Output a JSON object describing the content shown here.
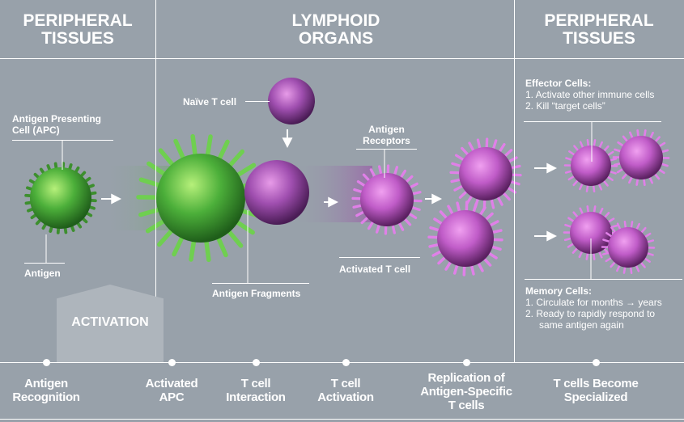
{
  "headers": {
    "left": [
      "PERIPHERAL",
      "TISSUES"
    ],
    "middle": [
      "LYMPHOID",
      "ORGANS"
    ],
    "right": [
      "PERIPHERAL",
      "TISSUES"
    ]
  },
  "labels": {
    "apc": [
      "Antigen Presenting",
      "Cell (APC)"
    ],
    "antigen": "Antigen",
    "naive": "Naïve T cell",
    "receptors": [
      "Antigen",
      "Receptors"
    ],
    "fragments": "Antigen Fragments",
    "activated_t": "Activated T cell",
    "activation": "ACTIVATION"
  },
  "effector": {
    "title": "Effector Cells:",
    "items": [
      "1. Activate other immune cells",
      "2. Kill “target cells”"
    ]
  },
  "memory": {
    "title": "Memory Cells:",
    "items": [
      "1. Circulate for months → years",
      "2. Ready to rapidly respond to",
      "same antigen again"
    ]
  },
  "timeline": [
    [
      "Antigen",
      "Recognition"
    ],
    [
      "Activated",
      "APC"
    ],
    [
      "T cell",
      "Interaction"
    ],
    [
      "T cell",
      "Activation"
    ],
    [
      "Replication of",
      "Antigen-Specific",
      "T cells"
    ],
    [
      "T cells Become",
      "Specialized"
    ]
  ],
  "colors": {
    "background": "#98a1aa",
    "apc": "#4caf3a",
    "tcell": "#a04fb0"
  }
}
